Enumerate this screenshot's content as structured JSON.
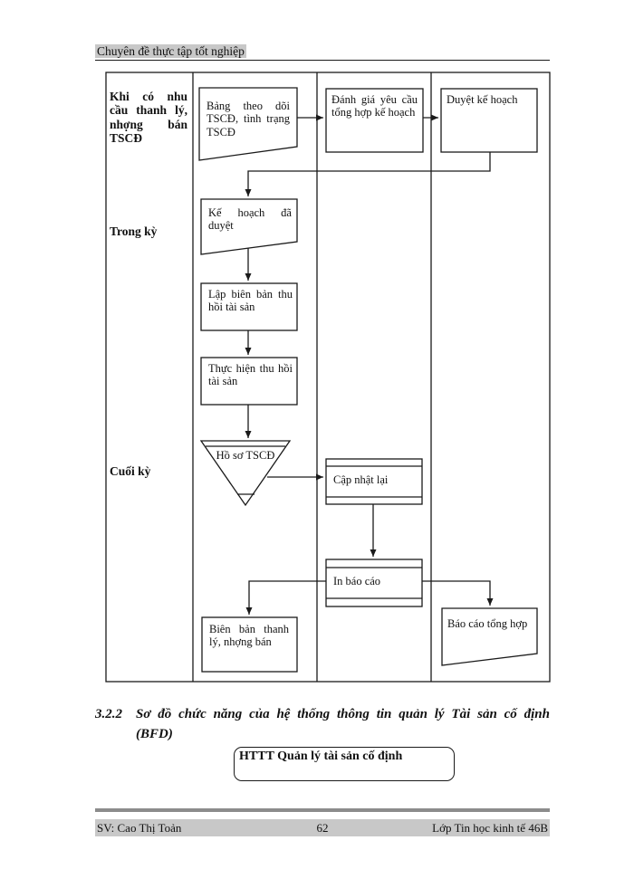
{
  "header": {
    "title": "Chuyên đề thực tập tốt nghiệp"
  },
  "flowchart": {
    "row_labels": [
      {
        "text": "Khi có nhu cầu thanh lý, nhợng bán TSCĐ"
      },
      {
        "text": "Trong kỳ"
      },
      {
        "text": "Cuối kỳ"
      }
    ],
    "nodes": {
      "bang_theo_doi": "Bảng theo dõi TSCĐ, tình trạng TSCĐ",
      "danh_gia": "Đánh giá yêu cầu tổng hợp kế hoạch",
      "duyet_ke_hoach": "Duyệt kế hoạch",
      "ke_hoach_da_duyet": "Kế hoạch đã duyệt",
      "lap_bien_ban": "Lập biên bản thu hồi tài sản",
      "thuc_hien": "Thực hiện thu hồi tài sản",
      "ho_so_tscd": "Hồ sơ TSCĐ",
      "cap_nhat_lai": "Cập nhật lại",
      "in_bao_cao": "In báo cáo",
      "bien_ban_thanh_ly": "Biên bản thanh lý, nhợng bán",
      "bao_cao_tong_hop": "Báo cáo tổng hợp"
    }
  },
  "section": {
    "number": "3.2.2",
    "title": "Sơ đồ chức năng của hệ thống thông tin quản lý Tài sản cố định",
    "title_line2": "(BFD)",
    "bfd_root": "HTTT Quản lý tài sản cố định"
  },
  "footer": {
    "left": "SV: Cao Thị Toản",
    "page_number": "62",
    "right": "Lớp Tin học kinh tế 46B"
  },
  "colors": {
    "highlight": "#c8c8c8",
    "line": "#1a1a1a"
  }
}
